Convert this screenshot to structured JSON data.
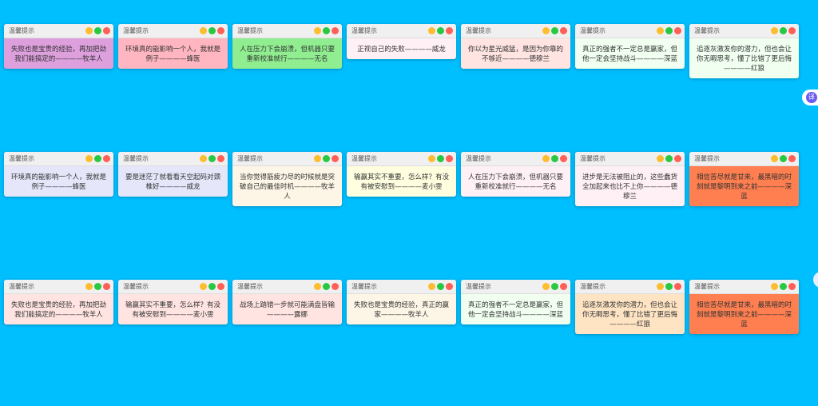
{
  "window_title": "温馨提示",
  "dot_colors": {
    "minimize": "#febc2e",
    "maximize": "#28c840",
    "close": "#ff5f57"
  },
  "translate_widget": {
    "label": "译",
    "icon": "translate-icon"
  },
  "windows": [
    {
      "bg": "#dda0dd",
      "text": "失败也是宝贵的经验，再加把劲我们能搞定的————牧羊人"
    },
    {
      "bg": "#ffb6c1",
      "text": "环境真的能影响一个人，我就是例子————蜂医"
    },
    {
      "bg": "#90ee90",
      "text": "人在压力下会崩溃，但机器只要重新校准就行————无名"
    },
    {
      "bg": "#fff0f5",
      "text": "正视自己的失败————威龙"
    },
    {
      "bg": "#ffe4e1",
      "text": "你以为星光威猛，是因为你靠的不够近————德穆兰"
    },
    {
      "bg": "#f0fff0",
      "text": "真正的强者不一定总是赢家，但他一定会坚持战斗————深蓝"
    },
    {
      "bg": "#f0fff0",
      "text": "追逐灰激发你的潜力，但也会让你无暇思考，懂了比错了更后悔————红狼"
    },
    {
      "bg": "#e6e6fa",
      "text": "环境真的能影响一个人，我就是例子————蜂医"
    },
    {
      "bg": "#e6e6fa",
      "text": "要是迷茫了就看看天空起码对颈椎好————威龙"
    },
    {
      "bg": "#fdf5e6",
      "text": "当你觉得筋疲力尽的时候就是突破自己的最佳时机————牧羊人"
    },
    {
      "bg": "#ffffe0",
      "text": "输赢其实不重要，怎么样？有没有被安慰到————麦小雯"
    },
    {
      "bg": "#fff0f5",
      "text": "人在压力下会崩溃，但机器只要重新校准就行————无名"
    },
    {
      "bg": "#fff0f5",
      "text": "进步是无法被阻止的，这些蠢货全加起来也比不上你————德穆兰"
    },
    {
      "bg": "#ff7f50",
      "text": "相信苦尽就是甘来，最黑暗的时刻就是黎明到来之前————深蓝"
    },
    {
      "bg": "#ffe4e1",
      "text": "失败也是宝贵的经验，再加把劲我们能搞定的————牧羊人"
    },
    {
      "bg": "#ffe4e1",
      "text": "输赢其实不重要，怎么样？有没有被安慰到————麦小雯"
    },
    {
      "bg": "#ffe4e1",
      "text": "战场上踏错一步就可能满盘皆输————露娜"
    },
    {
      "bg": "#fdf5e6",
      "text": "失败也是宝贵的经验，真正的赢家————牧羊人"
    },
    {
      "bg": "#f0fff0",
      "text": "真正的强者不一定总是赢家，但他一定会坚持战斗————深蓝"
    },
    {
      "bg": "#ffe4c4",
      "text": "追逐灰激发你的潜力，但也会让你无暇思考，懂了比错了更后悔————红狼"
    },
    {
      "bg": "#ff7f50",
      "text": "相信苦尽就是甘来，最黑暗的时刻就是黎明到来之前————深蓝"
    }
  ]
}
